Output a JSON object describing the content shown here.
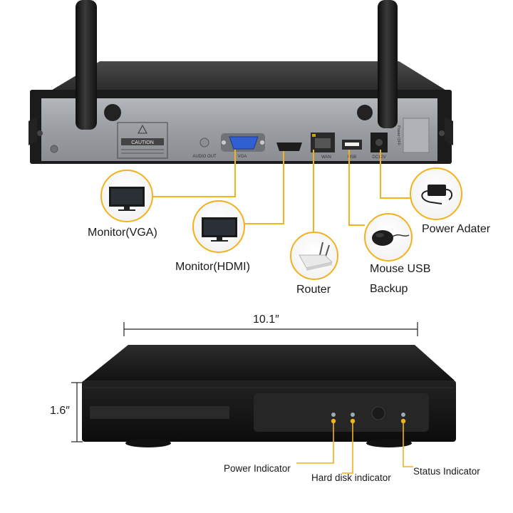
{
  "rear_panel": {
    "caution_text": "CAUTION",
    "port_labels": {
      "audio_out": "AUDIO OUT",
      "vga": "VGA",
      "wan": "WAN",
      "usb": "USB",
      "dc12v": "DC12V",
      "power_off": "Power OFF"
    }
  },
  "connections": [
    {
      "id": "monitor-vga",
      "label": "Monitor(VGA)",
      "icon": "monitor-icon"
    },
    {
      "id": "monitor-hdmi",
      "label": "Monitor(HDMI)",
      "icon": "monitor-icon"
    },
    {
      "id": "router",
      "label": "Router",
      "icon": "router-icon"
    },
    {
      "id": "mouse-usb",
      "label": "Mouse USB",
      "label_2": "Backup",
      "icon": "mouse-icon"
    },
    {
      "id": "power-adapter",
      "label": "Power Adater",
      "icon": "power-adapter-icon"
    }
  ],
  "dimensions": {
    "width": "10.1″",
    "height": "1.6″"
  },
  "indicators": [
    {
      "id": "power",
      "label": "Power Indicator"
    },
    {
      "id": "hdd",
      "label": "Hard disk indicator"
    },
    {
      "id": "status",
      "label": "Status Indicator"
    }
  ],
  "colors": {
    "accent": "#f2b21c",
    "device": "#1e1e1e",
    "panel": "#9a9ea3"
  }
}
